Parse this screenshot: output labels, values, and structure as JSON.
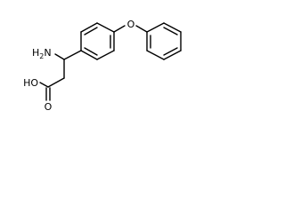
{
  "molecule": {
    "atoms": {
      "amino_symbol": "H",
      "amino_subscript": "2",
      "amino_element": "N",
      "ether_oxygen": "O",
      "hydroxyl": "HO",
      "carbonyl_oxygen": "O"
    }
  }
}
